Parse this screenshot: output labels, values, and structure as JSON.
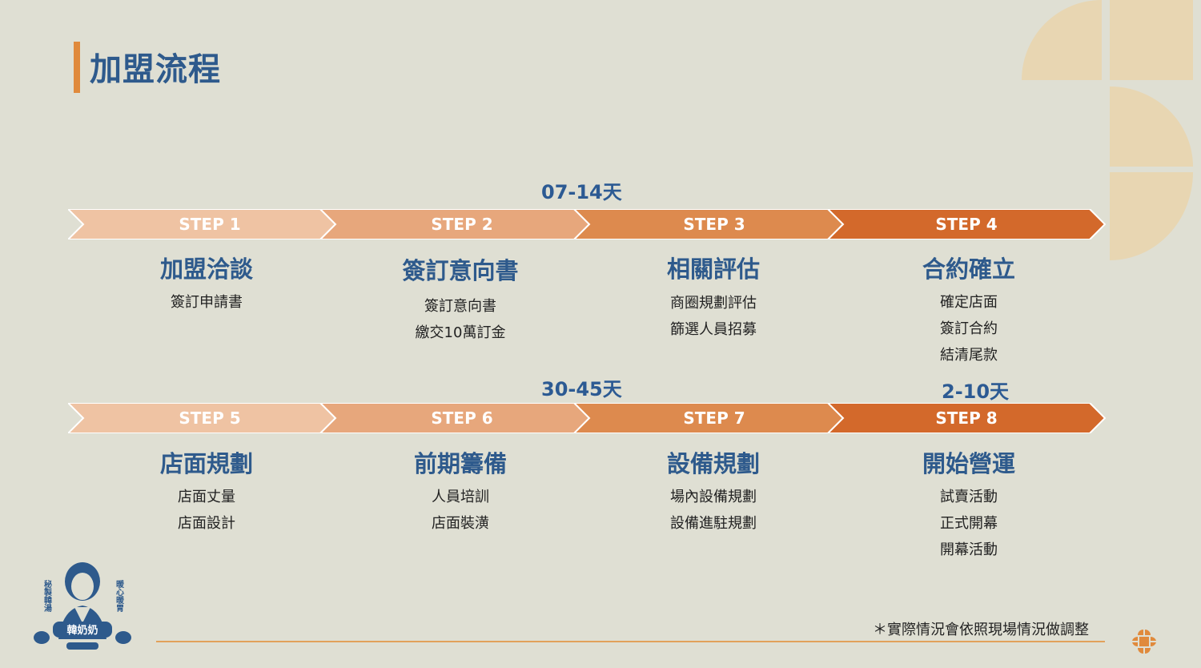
{
  "title": "加盟流程",
  "durations": [
    "07-14天",
    "30-45天",
    "2-10天"
  ],
  "steps": [
    {
      "label": "STEP 1",
      "title": "加盟洽談",
      "items": [
        "簽訂申請書"
      ]
    },
    {
      "label": "STEP 2",
      "title": "簽訂意向書",
      "items": [
        "簽訂意向書",
        "繳交10萬訂金"
      ]
    },
    {
      "label": "STEP 3",
      "title": "相關評估",
      "items": [
        "商圈規劃評估",
        "篩選人員招募"
      ]
    },
    {
      "label": "STEP 4",
      "title": "合約確立",
      "items": [
        "確定店面",
        "簽訂合約",
        "結清尾款"
      ]
    },
    {
      "label": "STEP 5",
      "title": "店面規劃",
      "items": [
        "店面丈量",
        "店面設計"
      ]
    },
    {
      "label": "STEP 6",
      "title": "前期籌備",
      "items": [
        "人員培訓",
        "店面裝潢"
      ]
    },
    {
      "label": "STEP 7",
      "title": "設備規劃",
      "items": [
        "場內設備規劃",
        "設備進駐規劃"
      ]
    },
    {
      "label": "STEP 8",
      "title": "開始營運",
      "items": [
        "試賣活動",
        "正式開幕",
        "開幕活動"
      ]
    }
  ],
  "note": "＊實際情況會依照現場情況做調整",
  "logo": {
    "name": "韓奶奶",
    "left_text": "秘製韓湯",
    "right_text": "暖心暖胃"
  },
  "colors": {
    "title": "#2e5a8c",
    "accent_bar": "#e08a3c",
    "step1": "#efc3a3",
    "step2": "#e7a77c",
    "step3": "#dd8a4e",
    "step4": "#d3692b"
  }
}
